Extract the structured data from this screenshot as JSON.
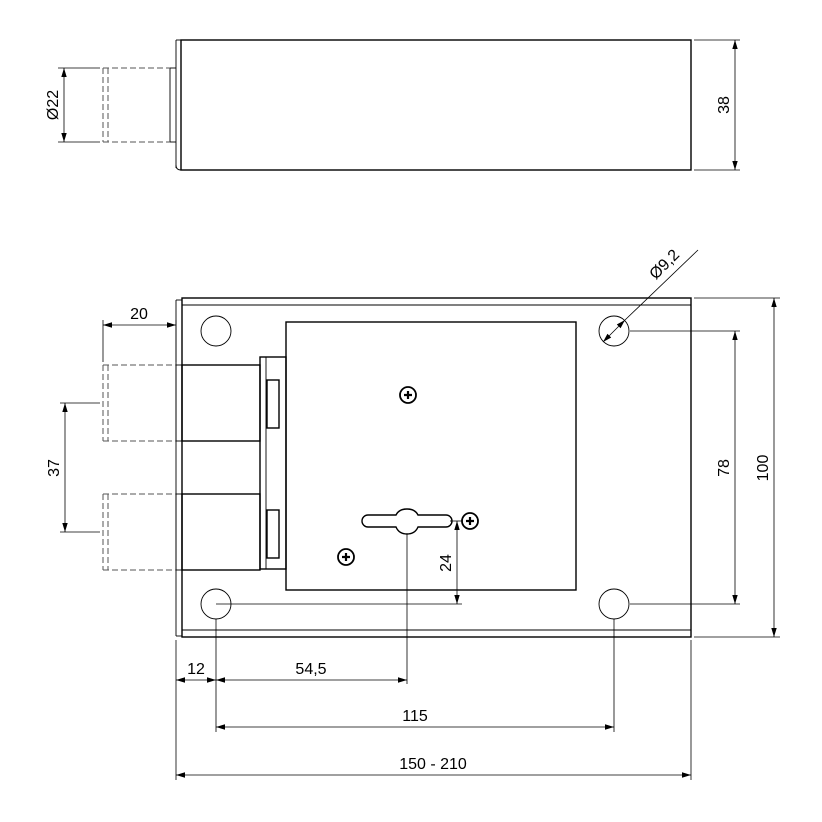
{
  "dimensions": {
    "pin_diameter": "Ø22",
    "side_height": "38",
    "hole_diameter": "Ø9,2",
    "bolt_projection": "20",
    "bolt_spacing": "37",
    "hole_vertical_spacing": "78",
    "body_height": "100",
    "keyhole_height": "24",
    "edge_to_hole": "12",
    "hole_to_keyhole": "54,5",
    "hole_horizontal_spacing": "115",
    "body_length": "150 - 210"
  }
}
